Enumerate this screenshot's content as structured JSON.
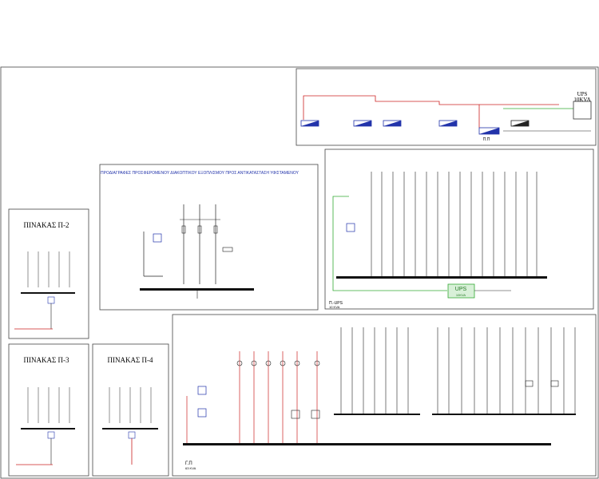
{
  "ups_block": {
    "title_line1": "UPS",
    "title_line2": "10KVA",
    "panel_label": "Π.Π"
  },
  "proposal_panel": {
    "title": "ΠΡΟΔΙΑΓΡΑΦΕΣ ΠΡΟΣΦΕΡΟΜΕΝΟΥ ΔΙΑΚΟΠΤΙΚΟΥ ΕΞΟΠΛΙΣΜΟΥ ΠΡΟΣ ΑΝΤΙΚΑΤΑΣΤΑΣΗ ΥΦΙΣΤΑΜΕΝΟΥ"
  },
  "ups_panel": {
    "ups_label": "UPS",
    "ups_rating": "10KVA",
    "panel_label": "Π.-UPS",
    "panel_rating": "10 KVA"
  },
  "main_panel": {
    "panel_label": "Γ.Π",
    "panel_rating": "63 KVA"
  },
  "sub_panels": {
    "p2": {
      "title": "ΠΙΝΑΚΑΣ   Π-2"
    },
    "p3": {
      "title": "ΠΙΝΑΚΑΣ   Π-3"
    },
    "p4": {
      "title": "ΠΙΝΑΚΑΣ   Π-4"
    }
  },
  "colors": {
    "line": "#000000",
    "accent_red": "#cc2222",
    "accent_blue": "#2233aa",
    "accent_green": "#33aa33",
    "ups_fill": "#d8f0d8"
  }
}
